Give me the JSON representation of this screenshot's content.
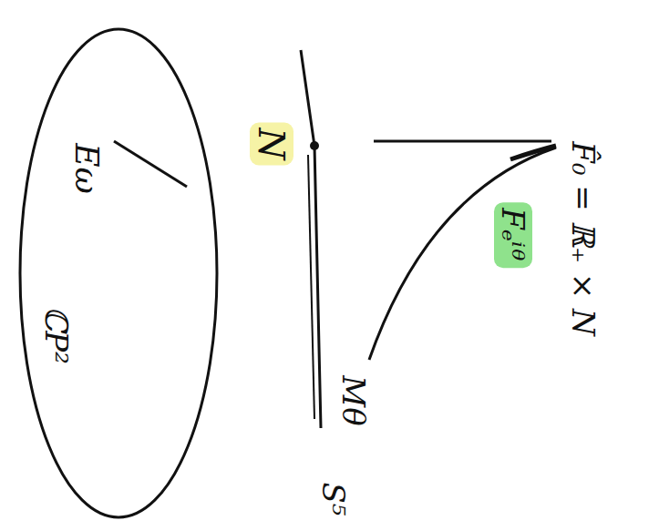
{
  "diagram": {
    "labels": [
      "Eω",
      "ℂP²",
      "N",
      "F̂₀ = ℝ₊ × N",
      "Fₑⁱᶿ",
      "Mθ",
      "S⁵"
    ]
  }
}
